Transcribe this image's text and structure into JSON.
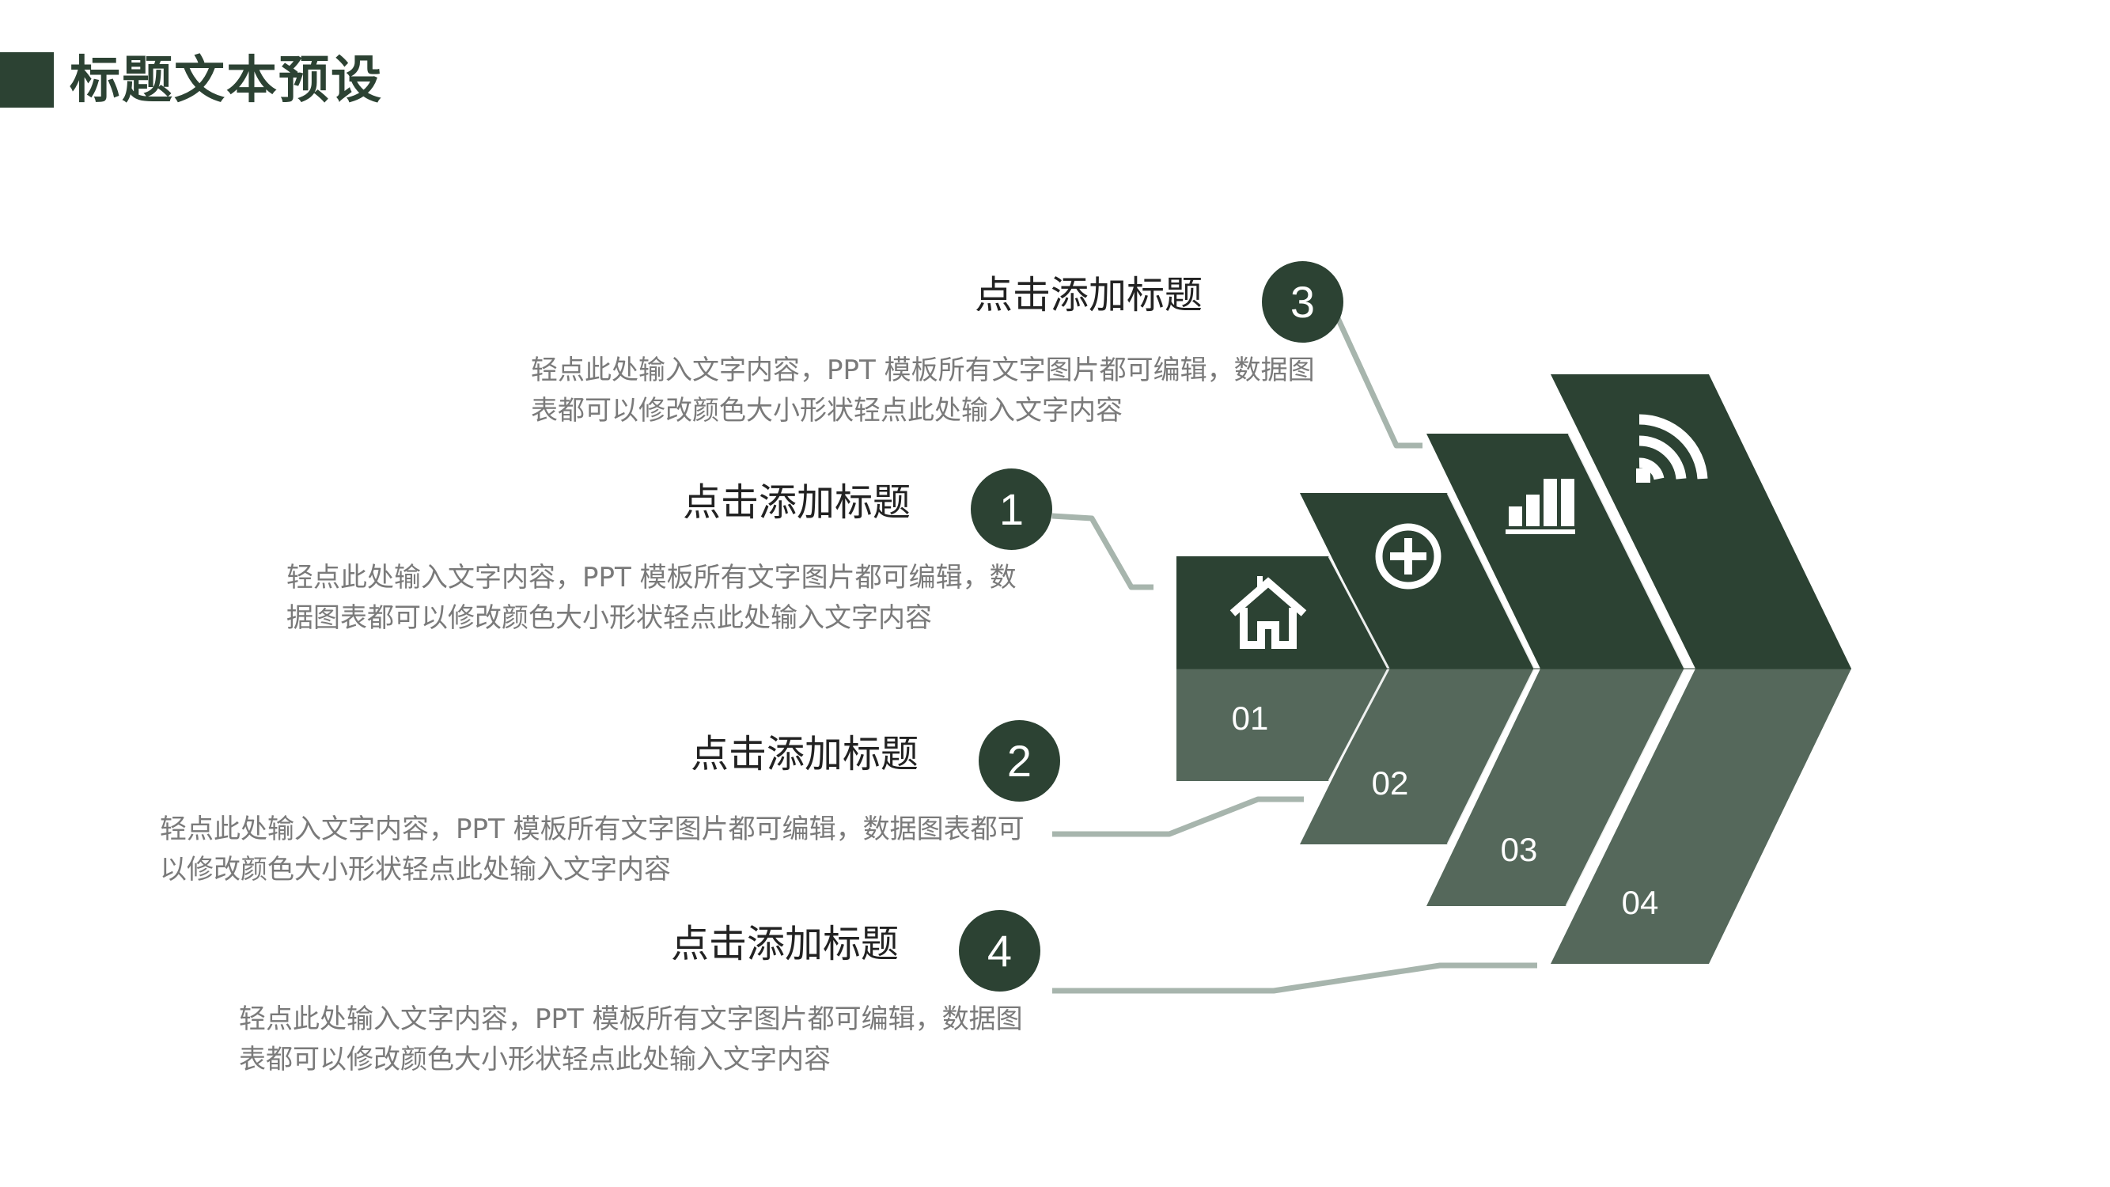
{
  "page": {
    "title": "标题文本预设"
  },
  "colors": {
    "dark_green": "#2c4233",
    "mid_green": "#55685b",
    "connector": "#a7b5ad",
    "body_text": "#7a7a7a"
  },
  "items": [
    {
      "number": "1",
      "title": "点击添加标题",
      "text": "轻点此处输入文字内容，PPT 模板所有文字图片都可编辑，数据图表都可以修改颜色大小形状轻点此处输入文字内容"
    },
    {
      "number": "2",
      "title": "点击添加标题",
      "text": "轻点此处输入文字内容，PPT 模板所有文字图片都可编辑，数据图表都可以修改颜色大小形状轻点此处输入文字内容"
    },
    {
      "number": "3",
      "title": "点击添加标题",
      "text": "轻点此处输入文字内容，PPT 模板所有文字图片都可编辑，数据图表都可以修改颜色大小形状轻点此处输入文字内容"
    },
    {
      "number": "4",
      "title": "点击添加标题",
      "text": "轻点此处输入文字内容，PPT 模板所有文字图片都可编辑，数据图表都可以修改颜色大小形状轻点此处输入文字内容"
    }
  ],
  "steps": [
    {
      "label": "01",
      "icon": "home-icon"
    },
    {
      "label": "02",
      "icon": "plus-circle-icon"
    },
    {
      "label": "03",
      "icon": "bar-chart-icon"
    },
    {
      "label": "04",
      "icon": "signal-icon"
    }
  ]
}
